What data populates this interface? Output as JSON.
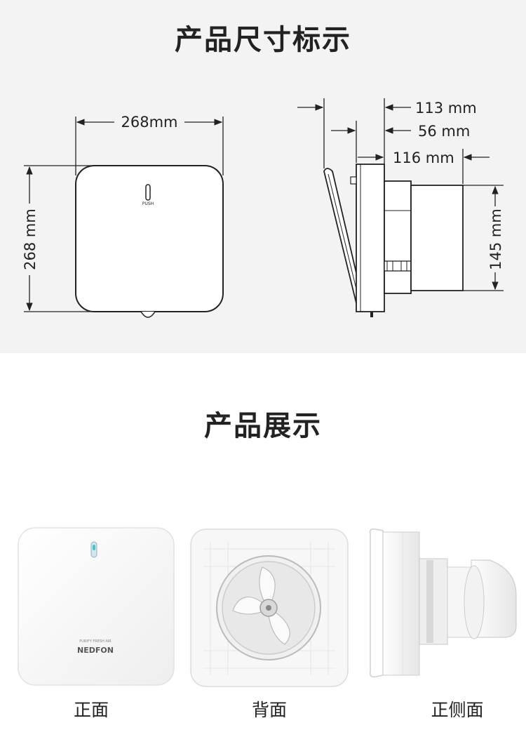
{
  "sections": {
    "dimensions_title": "产品尺寸标示",
    "showcase_title": "产品展示"
  },
  "front_drawing": {
    "width_label": "268mm",
    "height_label": "268 mm",
    "button_label": "PUSH"
  },
  "side_drawing": {
    "depth_total": "113 mm",
    "depth_panel": "56 mm",
    "duct_length": "116 mm",
    "duct_height": "145 mm"
  },
  "showcase": {
    "brand": "NEDFON",
    "brand_small": "PURIFY FRESH AIR",
    "views": [
      "正面",
      "背面",
      "正侧面"
    ]
  }
}
